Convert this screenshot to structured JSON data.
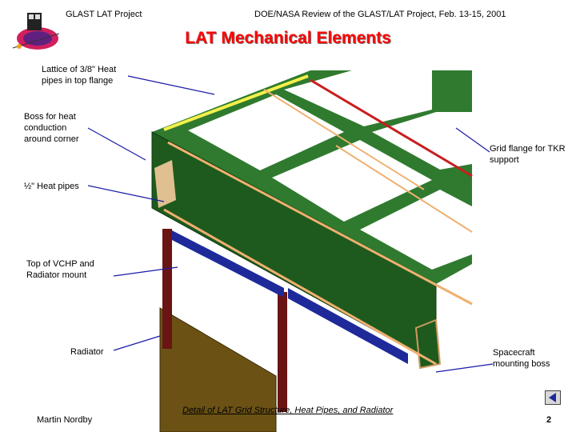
{
  "header": {
    "project": "GLAST LAT Project",
    "review": "DOE/NASA Review of the GLAST/LAT Project, Feb. 13-15, 2001"
  },
  "title": "LAT Mechanical Elements",
  "labels": {
    "lattice": "Lattice of 3/8\" Heat pipes in top flange",
    "boss": "Boss for heat conduction around corner",
    "grid_flange": "Grid flange for TKR support",
    "half_inch_pipes": "½\" Heat pipes",
    "vchp": "Top of VCHP and Radiator mount",
    "radiator": "Radiator",
    "spacecraft_boss": "Spacecraft mounting boss"
  },
  "footer": {
    "author": "Martin Nordby",
    "caption": "Detail of LAT Grid Structure, Heat Pipes, and Radiator",
    "page": "2"
  },
  "colors": {
    "grid_green": "#1e5a1e",
    "grid_light": "#3f8f3f",
    "heat_pipe": "#f0b070",
    "yellow_pipe": "#f5f04a",
    "red_pipe": "#c81e1e",
    "radiator": "#6b5214",
    "radiator_strut": "#6a1414",
    "vchp_blue": "#1e2a9a",
    "title_red": "#ff0000"
  },
  "icons": [
    "glast-logo-icon",
    "back-arrow-icon"
  ]
}
